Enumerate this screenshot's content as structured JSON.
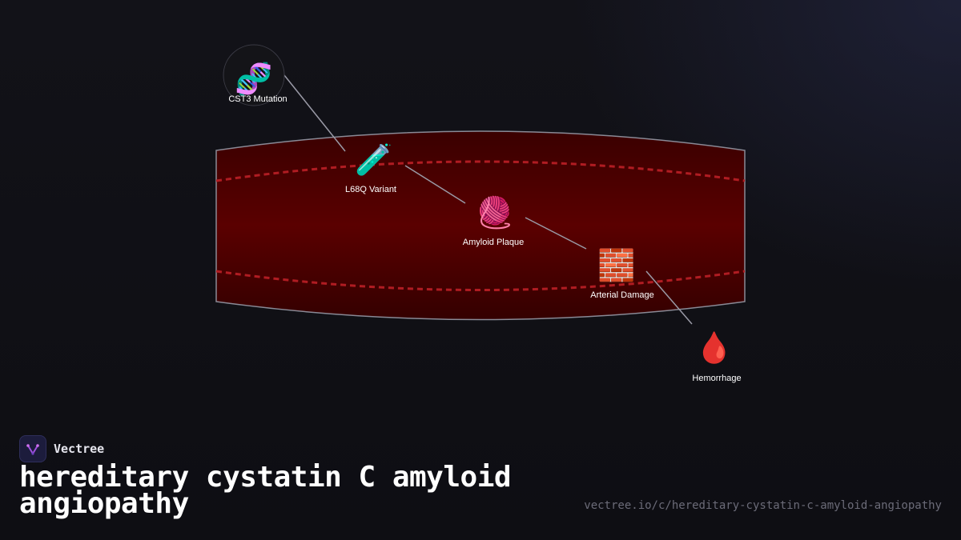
{
  "diagram": {
    "nodes": [
      {
        "id": "cst3",
        "icon": "dna-icon",
        "emoji": "🧬",
        "label": "CST3 Mutation"
      },
      {
        "id": "l68q",
        "icon": "test-tube-icon",
        "emoji": "🧪",
        "label": "L68Q Variant"
      },
      {
        "id": "amyloid",
        "icon": "yarn-ball-icon",
        "emoji": "🧶",
        "label": "Amyloid Plaque"
      },
      {
        "id": "arterial",
        "icon": "brick-icon",
        "emoji": "🧱",
        "label": "Arterial Damage"
      },
      {
        "id": "hemorrhage",
        "icon": "blood-drop-icon",
        "emoji": "🩸",
        "label": "Hemorrhage"
      }
    ],
    "colors": {
      "vessel_fill": "#5a0000",
      "vessel_border": "#8a8a96",
      "vessel_wall_dash": "#b01c22",
      "connector": "#9a9aa6"
    }
  },
  "brand": {
    "name": "Vectree",
    "logo_icon": "vectree-logo-icon"
  },
  "title": "hereditary cystatin C amyloid angiopathy",
  "url": "vectree.io/c/hereditary-cystatin-c-amyloid-angiopathy"
}
